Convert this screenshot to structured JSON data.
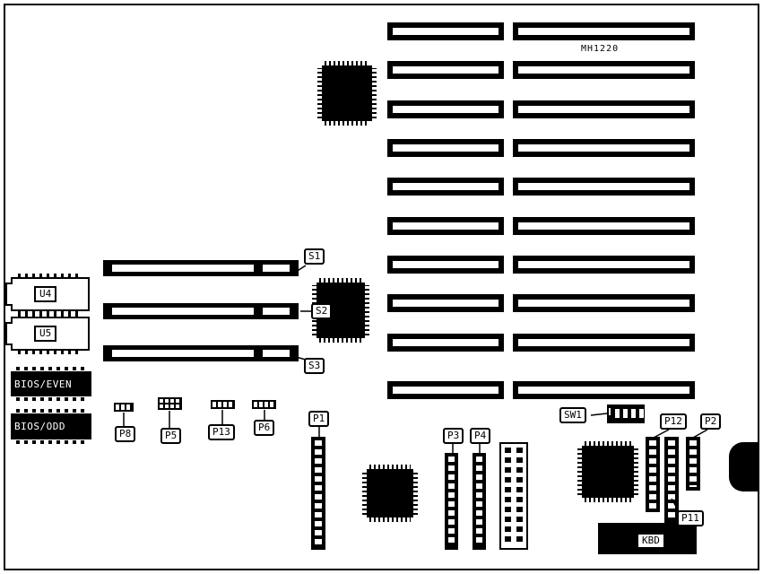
{
  "board": {
    "model": "MH1220",
    "labels": {
      "s1": "S1",
      "s2": "S2",
      "s3": "S3",
      "p1": "P1",
      "p2": "P2",
      "p3": "P3",
      "p4": "P4",
      "p5": "P5",
      "p6": "P6",
      "p8": "P8",
      "p11": "P11",
      "p12": "P12",
      "p13": "P13",
      "sw1": "SW1",
      "kbd": "KBD",
      "u4": "U4",
      "u5": "U5",
      "bios_even": "BIOS/EVEN",
      "bios_odd": "BIOS/ODD"
    },
    "colors": {
      "ink": "#000000",
      "paper": "#ffffff"
    }
  }
}
